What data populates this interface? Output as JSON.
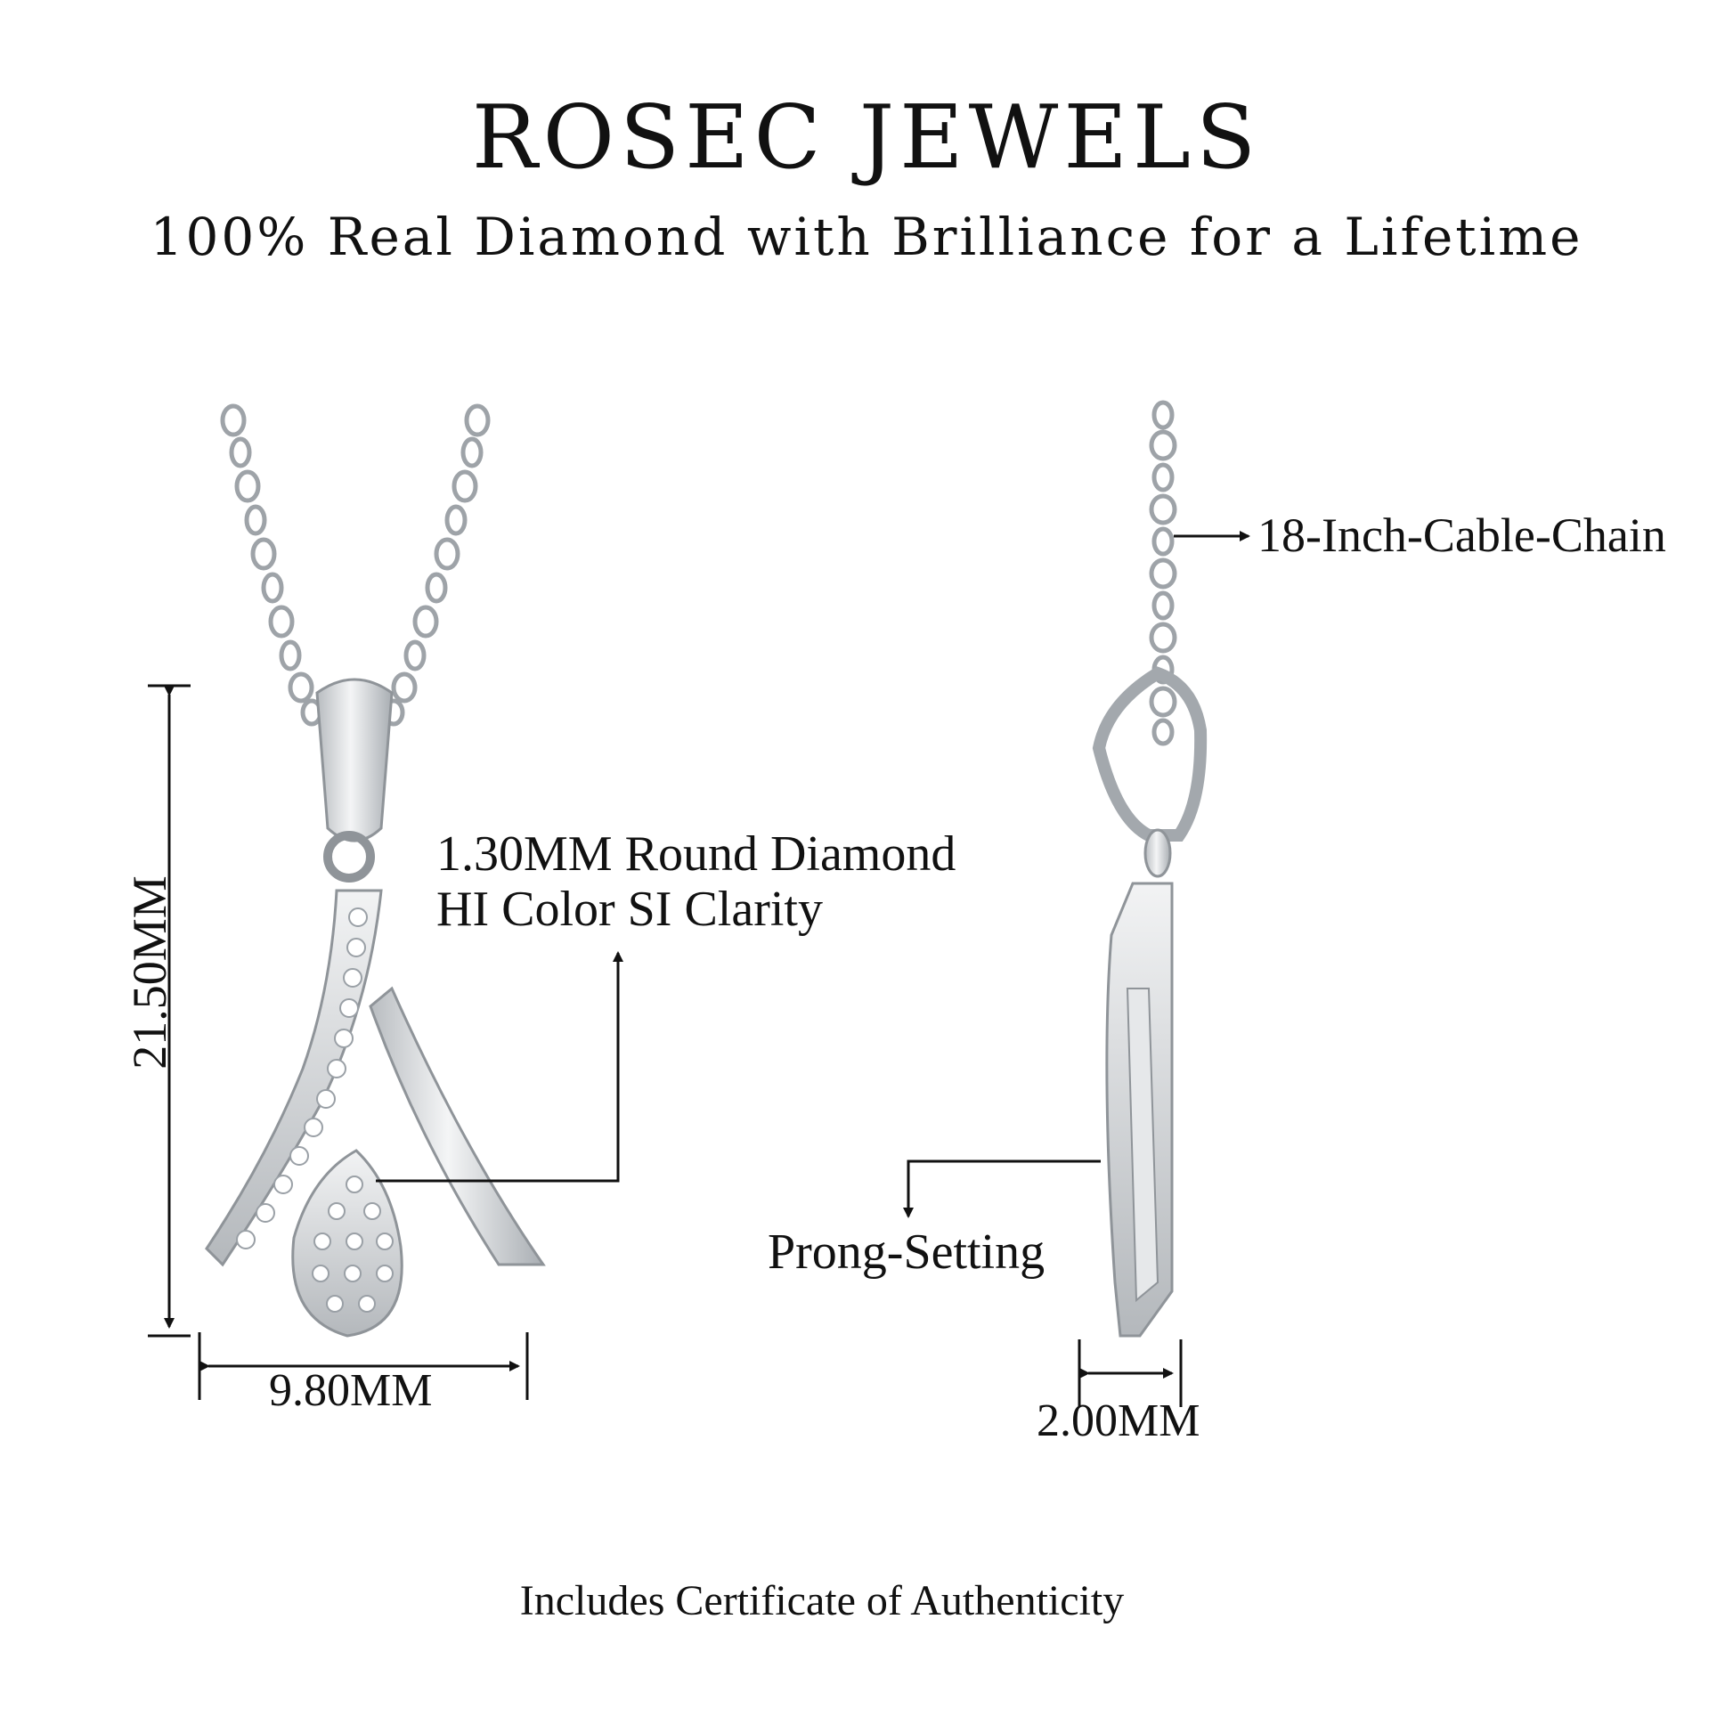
{
  "header": {
    "brand": "ROSEC JEWELS",
    "tagline": "100% Real Diamond with Brilliance for a Lifetime"
  },
  "front_view": {
    "stone_label_line1": "1.30MM Round Diamond",
    "stone_label_line2": "HI Color SI Clarity",
    "height_label": "21.50MM",
    "width_label": "9.80MM"
  },
  "side_view": {
    "chain_label": "18-Inch-Cable-Chain",
    "setting_label": "Prong-Setting",
    "depth_label": "2.00MM"
  },
  "footer": {
    "certificate": "Includes Certificate of Authenticity"
  },
  "colors": {
    "metal": "#d9dcdf",
    "metal_shadow": "#9ea3a8",
    "text": "#111111",
    "background": "#ffffff"
  }
}
